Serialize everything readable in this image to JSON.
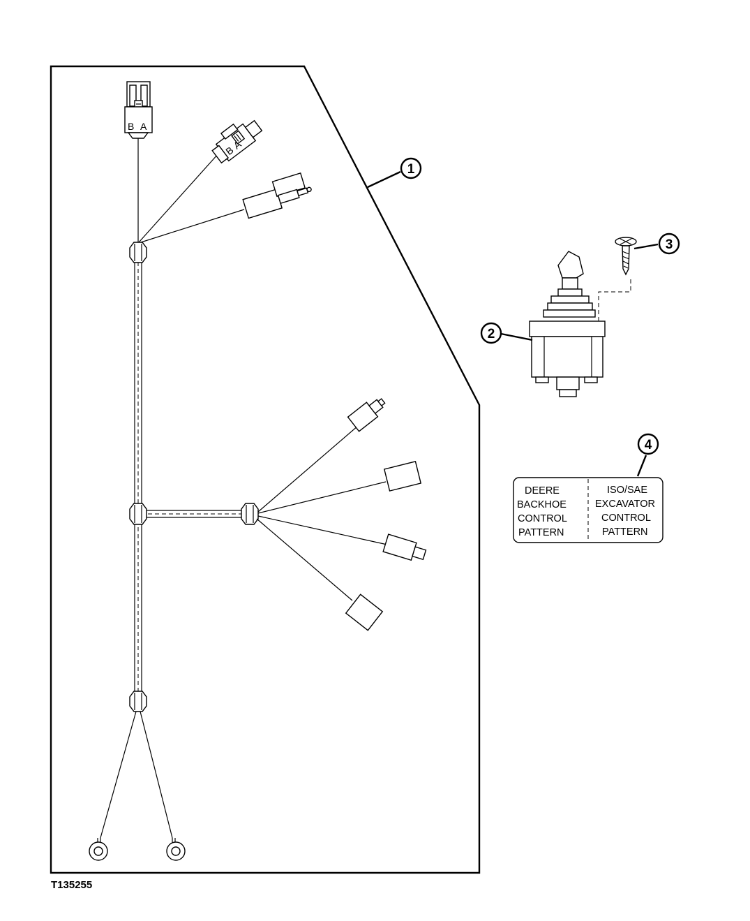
{
  "figure_id": "T135255",
  "callouts": [
    "1",
    "2",
    "3",
    "4"
  ],
  "connector_pins": {
    "pin_b": "B",
    "pin_a": "A"
  },
  "decal": {
    "left_lines": [
      "DEERE",
      "BACKHOE",
      "CONTROL",
      "PATTERN"
    ],
    "right_lines": [
      "ISO/SAE",
      "EXCAVATOR",
      "CONTROL",
      "PATTERN"
    ]
  }
}
